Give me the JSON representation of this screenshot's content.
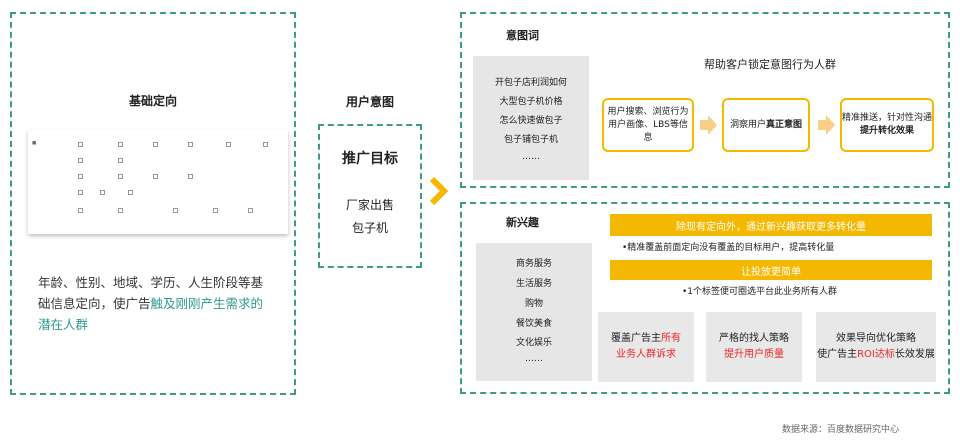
{
  "left_panel": {
    "title": "基础定向",
    "description_plain": "年龄、性别、地域、学历、人生阶段等基础信息定向，使广告",
    "description_highlight": "触及刚刚产生需求的潜在人群"
  },
  "middle": {
    "header": "用户意图",
    "box_title": "推广目标",
    "box_body_line1": "厂家出售",
    "box_body_line2": "包子机"
  },
  "intent_panel": {
    "title": "意图词",
    "keywords": [
      "开包子店利润如何",
      "大型包子机价格",
      "怎么快速做包子",
      "包子铺包子机",
      "……"
    ],
    "headline": "帮助客户锁定意图行为人群",
    "step1_line1": "用户搜索、浏览行为",
    "step1_line2": "用户画像、LBS等信息",
    "step2_plain": "洞察用户",
    "step2_bold": "真正意图",
    "step3_line1": "精准推送，针对性沟通",
    "step3_bold": "提升转化效果"
  },
  "interest_panel": {
    "title": "新兴趣",
    "categories": [
      "商务服务",
      "生活服务",
      "购物",
      "餐饮美食",
      "文化娱乐",
      "……"
    ],
    "bar1": "除现有定向外，通过新兴趣获取更多转化量",
    "bullet1": "•精准覆盖前面定向没有覆盖的目标用户，提高转化量",
    "bar2": "让投放更简单",
    "bullet2": "•1个标签便可圈选平台此业务所有人群",
    "card1_a": "覆盖广告主",
    "card1_b": "所有",
    "card1_c": "业务人群诉求",
    "card2_a": "严格的找人策略",
    "card2_b": "提升用户质量",
    "card3_a": "效果导向优化策略",
    "card3_b": "使广告主",
    "card3_c": "ROI达标",
    "card3_d": "长效发展"
  },
  "footer": {
    "source": "数据来源：百度数据研究中心"
  },
  "colors": {
    "dash": "#3f9a8c",
    "accent": "#f5b800",
    "highlight_red": "#e8262a",
    "highlight_teal": "#2e9a8a"
  }
}
